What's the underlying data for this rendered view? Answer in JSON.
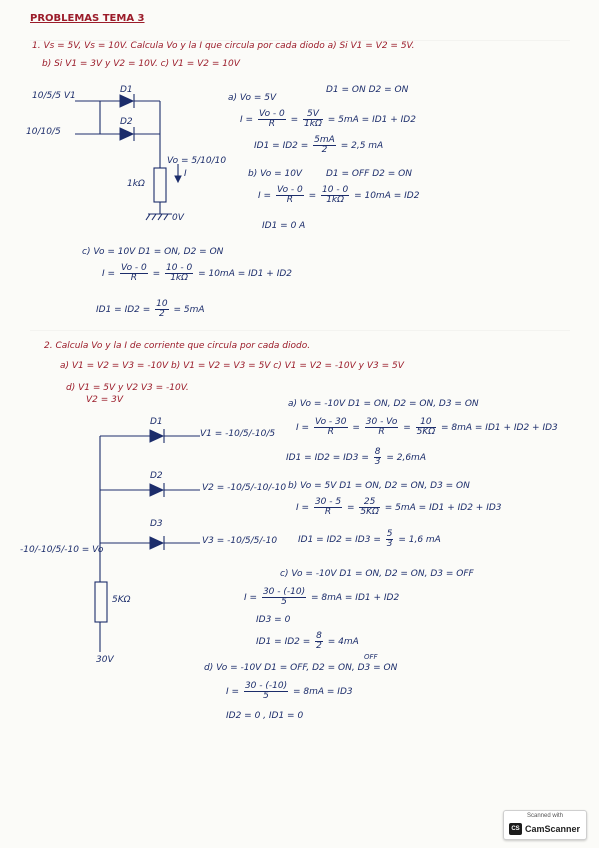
{
  "title": "PROBLEMAS TEMA 3",
  "p1": {
    "statement": "1. Vs = 5V, Vs = 10V. Calcula Vo y la I que circula por cada diodo a) Si V1 = V2 = 5V.",
    "statement2": "b) Si V1 = 3V y V2 = 10V. c) V1 = V2 = 10V",
    "in1": "10/5/5 V1",
    "in2": "10/10/5",
    "d1": "D1",
    "d2": "D2",
    "vo": "Vo = 5/10/10",
    "current": "I",
    "res": "1kΩ",
    "gnd": "0V",
    "a_head": "a)  Vo = 5V",
    "a_state": "D1 = ON   D2 = ON",
    "a_I": "I =",
    "a_f1n": "Vo - 0",
    "a_f1d": "R",
    "a_f2n": "5V",
    "a_f2d": "1kΩ",
    "a_rest": "= 5mA = ID1 + ID2",
    "a_id": "ID1 = ID2 =",
    "a_f3n": "5mA",
    "a_f3d": "2",
    "a_id_res": "= 2,5 mA",
    "b_head": "b)  Vo = 10V",
    "b_state": "D1 = OFF   D2 = ON",
    "b_I": "I =",
    "b_f1n": "Vo - 0",
    "b_f1d": "R",
    "b_f2n": "10 - 0",
    "b_f2d": "1kΩ",
    "b_rest": "= 10mA = ID2",
    "b_id": "ID1 = 0 A",
    "c_head": "c)  Vo = 10V    D1 = ON, D2 = ON",
    "c_I": "I =",
    "c_f1n": "Vo - 0",
    "c_f1d": "R",
    "c_f2n": "10 - 0",
    "c_f2d": "1kΩ",
    "c_rest": "= 10mA = ID1 + ID2",
    "c_id": "ID1 = ID2 =",
    "c_f3n": "10",
    "c_f3d": "2",
    "c_id_res": "= 5mA"
  },
  "p2": {
    "statement": "2. Calcula Vo y la I de corriente que circula por cada diodo.",
    "statement2": "a) V1 = V2 = V3 = -10V   b) V1 = V2 = V3 = 5V   c) V1 = V2 = -10V y V3 = 5V",
    "statement3": "d) V1 = 5V y V2 V3 = -10V.",
    "statement3b": "V2 = 3V",
    "d1": "D1",
    "d2": "D2",
    "d3": "D3",
    "v1": "V1 = -10/5/-10/5",
    "v2": "V2 = -10/5/-10/-10",
    "v3": "V3 = -10/5/5/-10",
    "vo": "-10/-10/5/-10 = Vo",
    "res": "5KΩ",
    "top": "30V",
    "a_head": "a)  Vo = -10V   D1 = ON, D2 = ON, D3 = ON",
    "a_I": "I =",
    "a_f1n": "Vo - 30",
    "a_f1d": "R",
    "a_f2n": "30 - Vo",
    "a_f2d": "R",
    "a_f3n": "10",
    "a_f3d": "5KΩ",
    "a_rest": "= 8mA = ID1 + ID2 + ID3",
    "a_id": "ID1 = ID2 = ID3 =",
    "a_f4n": "8",
    "a_f4d": "3",
    "a_id_res": "= 2,6mA",
    "b_head": "b)  Vo = 5V     D1 = ON, D2 = ON, D3 = ON",
    "b_I": "I =",
    "b_f1n": "30 - 5",
    "b_f1d": "R",
    "b_f2n": "25",
    "b_f2d": "5KΩ",
    "b_rest": "= 5mA = ID1 + ID2 + ID3",
    "b_id": "ID1 = ID2 = ID3 =",
    "b_f3n": "5",
    "b_f3d": "3",
    "b_id_res": "= 1,6 mA",
    "c_head": "c)  Vo = -10V    D1 = ON, D2 = ON, D3 = OFF",
    "c_I": "I =",
    "c_f1n": "30 - (-10)",
    "c_f1d": "5",
    "c_rest": "= 8mA = ID1 + ID2",
    "c_id3": "ID3 = 0",
    "c_id": "ID1 = ID2 =",
    "c_f2n": "8",
    "c_f2d": "2",
    "c_id_res": "= 4mA",
    "d_off": "OFF",
    "d_head": "d)  Vo = -10V    D1 = OFF, D2 = ON, D3 = ON",
    "d_I": "I =",
    "d_f1n": "30 - (-10)",
    "d_f1d": "5",
    "d_rest": "= 8mA = ID3",
    "d_id": "ID2 = 0 ,  ID1 = 0"
  },
  "badge": {
    "line1": "Scanned with",
    "logo": "CS",
    "brand": "CamScanner"
  }
}
